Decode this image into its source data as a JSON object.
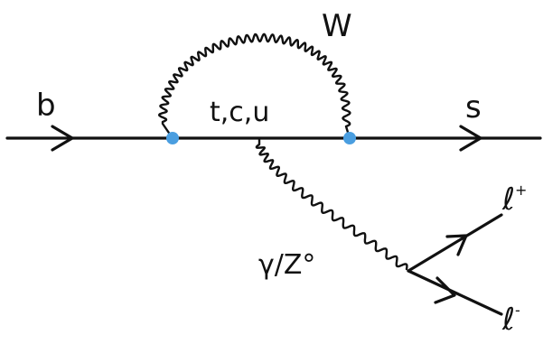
{
  "diagram": {
    "labels": {
      "incoming_quark": "b",
      "outgoing_quark": "s",
      "loop_boson": "W",
      "internal_quarks": "t,c,u",
      "neutral_boson": "γ/Z°",
      "lepton_plus": "ℓ",
      "lepton_plus_charge": "+",
      "lepton_minus": "ℓ",
      "lepton_minus_charge": "-"
    },
    "colors": {
      "line": "#111111",
      "vertex": "#4a9ee0",
      "background": "#ffffff"
    }
  }
}
